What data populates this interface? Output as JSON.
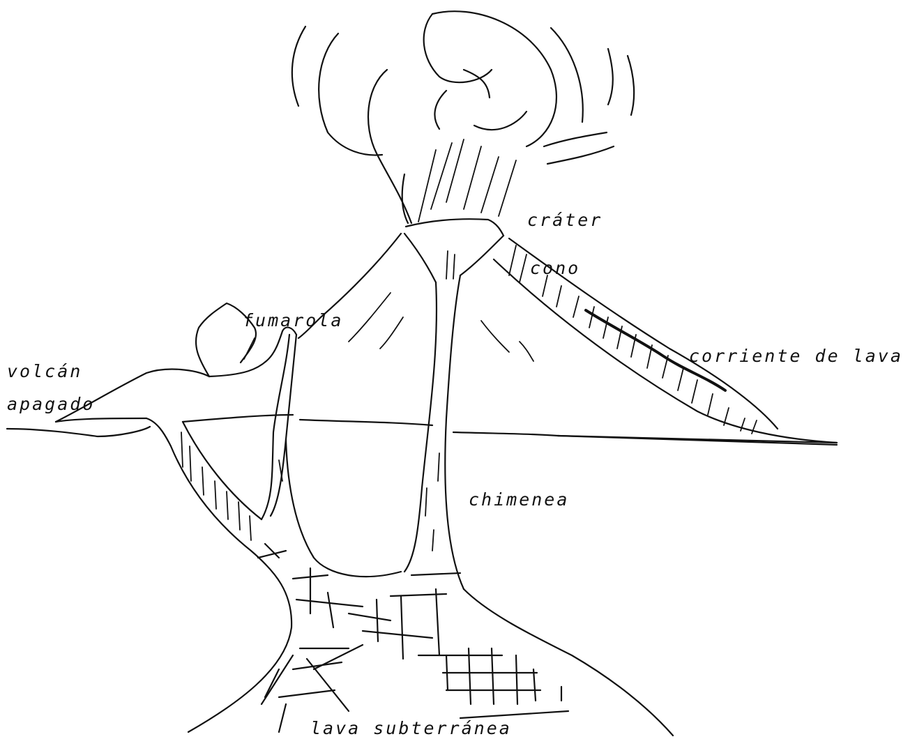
{
  "diagram": {
    "labels": {
      "crater": "cráter",
      "cono": "cono",
      "fumarola": "fumarola",
      "corriente": "corriente de lava",
      "volcan": "volcán",
      "apagado": "apagado",
      "chimenea": "chimenea",
      "lava_subterranea": "lava subterránea"
    },
    "ink_color": "#111111",
    "background": "#ffffff"
  }
}
